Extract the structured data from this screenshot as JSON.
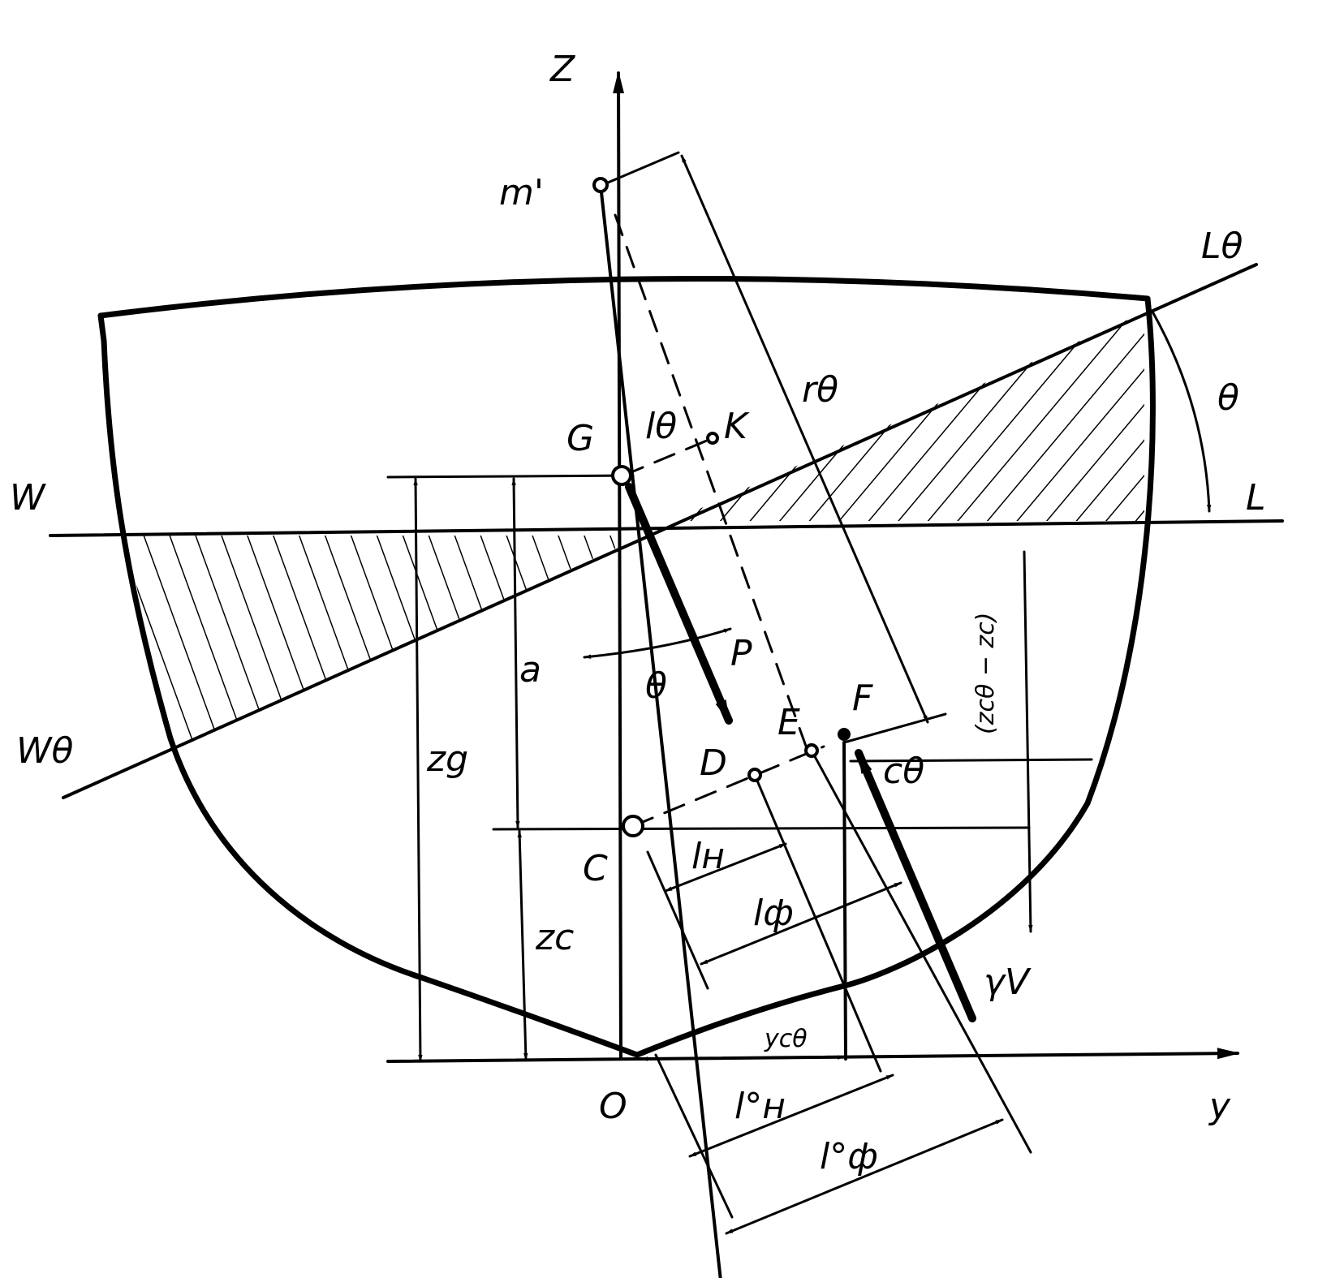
{
  "labels": {
    "Z": "Z",
    "y": "y",
    "O": "O",
    "m_prime": "m'",
    "G": "G",
    "K": "K",
    "l_theta": "lθ",
    "r_theta": "rθ",
    "L_theta": "Lθ",
    "L": "L",
    "W": "W",
    "W_theta": "Wθ",
    "theta_right": "θ",
    "theta_center": "θ",
    "P": "P",
    "a": "a",
    "E": "E",
    "F": "F",
    "D": "D",
    "C": "C",
    "c_theta": "cθ",
    "zg": "zg",
    "zc": "zc",
    "l_n": "lн",
    "l_f": "lф",
    "yc_theta": "ycθ",
    "l0_n": "l°н",
    "l0_f": "l°ф",
    "gamma_V": "γV",
    "zc_diff": "(zcθ − zc)"
  }
}
